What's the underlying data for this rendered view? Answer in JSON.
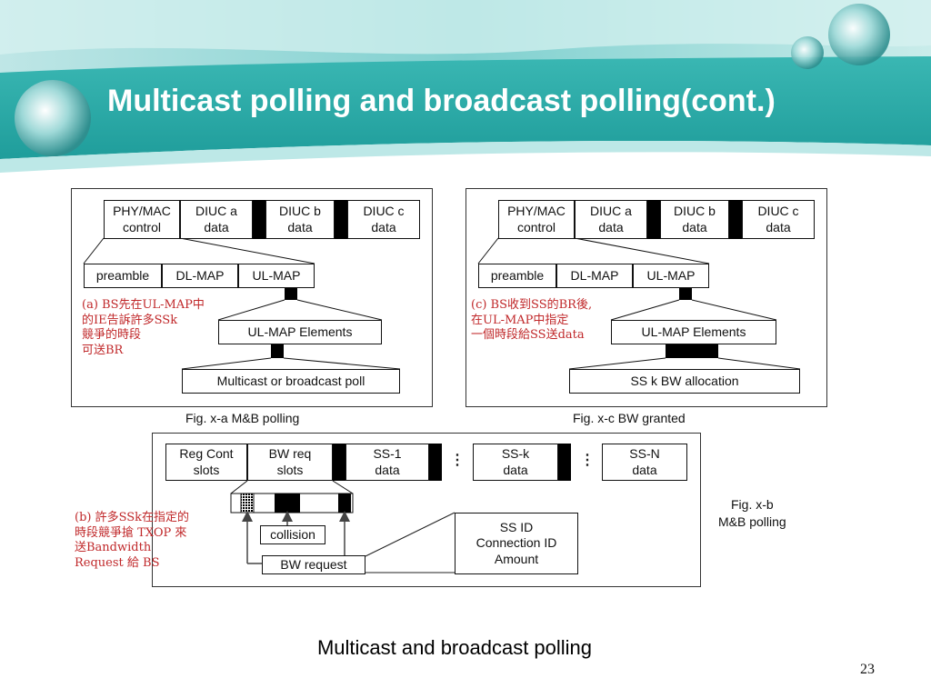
{
  "slide": {
    "title": "Multicast polling and broadcast polling(cont.)",
    "caption": "Multicast and broadcast polling",
    "page_number": "23"
  },
  "fig_a": {
    "frame": [
      "PHY/MAC\ncontrol",
      "DIUC a\ndata",
      "DIUC b\ndata",
      "DIUC c\ndata"
    ],
    "subframe": [
      "preamble",
      "DL-MAP",
      "UL-MAP"
    ],
    "elements": "UL-MAP Elements",
    "alloc": "Multicast or broadcast poll",
    "caption": "Fig. x-a M&B polling",
    "note": "(a) BS先在UL-MAP中\n的IE告訴許多SSk\n競爭的時段\n可送BR"
  },
  "fig_c": {
    "frame": [
      "PHY/MAC\ncontrol",
      "DIUC a\ndata",
      "DIUC b\ndata",
      "DIUC c\ndata"
    ],
    "subframe": [
      "preamble",
      "DL-MAP",
      "UL-MAP"
    ],
    "elements": "UL-MAP Elements",
    "alloc": "SS k BW allocation",
    "caption": "Fig. x-c BW granted",
    "note": "(c) BS收到SS的BR後,\n在UL-MAP中指定\n一個時段給SS送data"
  },
  "fig_b": {
    "frame": [
      "Reg Cont\nslots",
      "BW req\nslots",
      "SS-1\ndata",
      "SS-k\ndata",
      "SS-N\ndata"
    ],
    "ellipsis": "⋮",
    "collision": "collision",
    "bw_request": "BW request",
    "fields": "SS ID\nConnection ID\nAmount",
    "caption": "Fig. x-b\nM&B polling",
    "note": "(b) 許多SSk在指定的\n時段競爭搶 TXOP 來\n送Bandwidth\n Request 給 BS"
  }
}
